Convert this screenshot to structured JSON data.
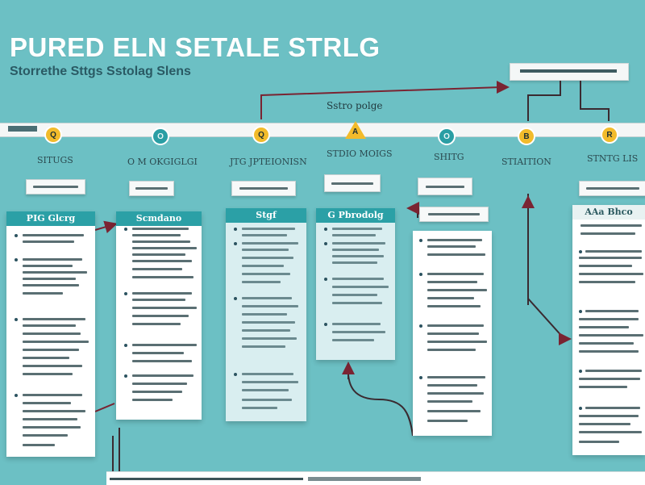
{
  "header": {
    "title": "PURED ELN SETALE STRLG",
    "subtitle": "Storrethe Sttgs Sstolag Slens"
  },
  "timeline": {
    "center_label": "Sstro polge",
    "milestones": [
      {
        "letter": "Q",
        "style": "yellow"
      },
      {
        "letter": "O",
        "style": "teal"
      },
      {
        "letter": "Q",
        "style": "yellow"
      },
      {
        "letter": "A",
        "style": "triangle"
      },
      {
        "letter": "O",
        "style": "teal"
      },
      {
        "letter": "B",
        "style": "yellow"
      },
      {
        "letter": "R",
        "style": "yellow"
      }
    ],
    "phase_labels": [
      "SITUGS",
      "O M OKGIGLGI",
      "JTG JPTEIONISN",
      "STDIO MOIGS",
      "SHITG",
      "STIAITION",
      "STNTG LIS"
    ]
  },
  "cards": [
    {
      "title": "PIG Glcrg",
      "style": "teal"
    },
    {
      "title": "Scmdano",
      "style": "teal"
    },
    {
      "title": "Stgf",
      "style": "teal"
    },
    {
      "title": "G Pbrodolg",
      "style": "teal"
    },
    {
      "title": "",
      "style": "none"
    },
    {
      "title": "AAa Bhco",
      "style": "light"
    }
  ],
  "colors": {
    "background": "#6cc0c4",
    "accent_teal": "#2ba0a6",
    "accent_yellow": "#f2bb2b",
    "connector": "#7a2432"
  }
}
